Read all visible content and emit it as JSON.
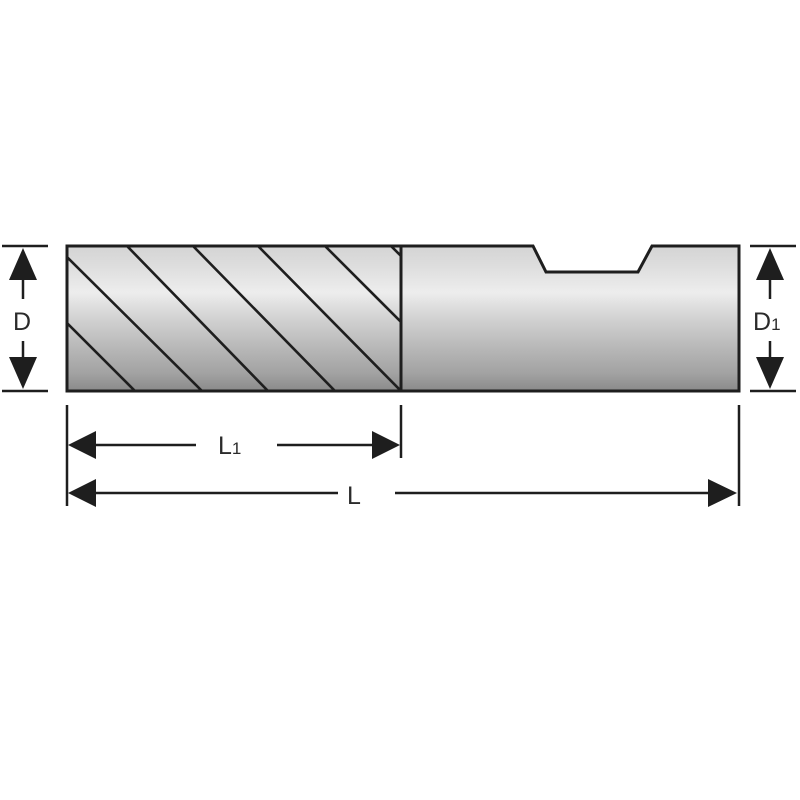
{
  "diagram": {
    "type": "technical-drawing",
    "subject": "end-mill-cutter",
    "colors": {
      "stroke": "#1e1e1e",
      "gradient_top": "#d4d4d4",
      "gradient_light": "#ededed",
      "gradient_mid": "#bdbdbd",
      "gradient_bottom": "#8c8c8c",
      "background": "#ffffff"
    },
    "dimensions": {
      "D": {
        "label": "D",
        "sub": ""
      },
      "D1": {
        "label": "D",
        "sub": "1"
      },
      "L1": {
        "label": "L",
        "sub": "1"
      },
      "L": {
        "label": "L",
        "sub": ""
      }
    },
    "parts": [
      "fluted-cutting-section",
      "shank-with-flat"
    ]
  }
}
